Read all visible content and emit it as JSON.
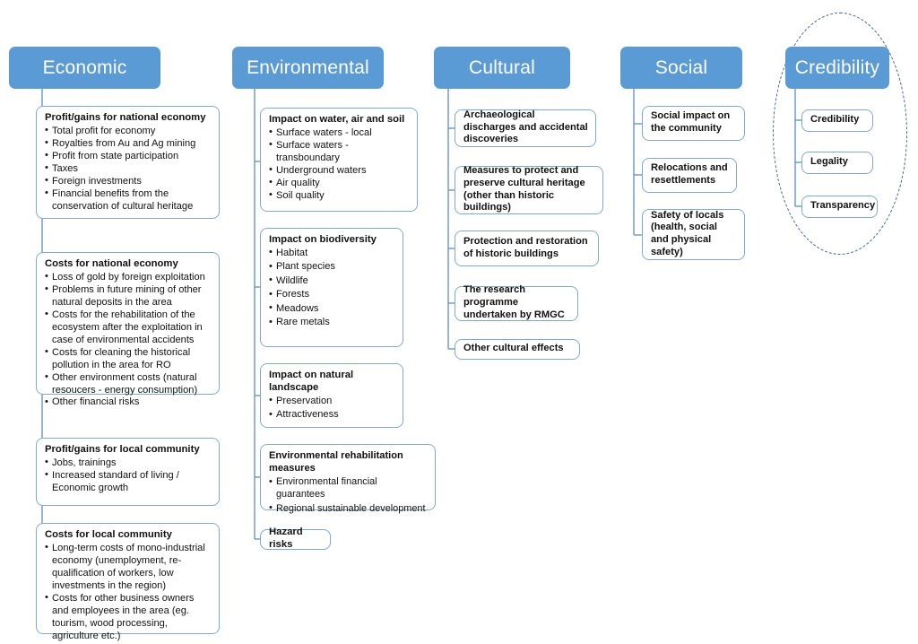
{
  "diagram": {
    "title": "Impact assessment categories",
    "type": "hierarchy-tree",
    "accent_color": "#5B9BD5",
    "card_border_color": "#7FA9D4",
    "connector_color": "#5B8FC9",
    "ellipse_color": "#41668F",
    "text_color": "#111111"
  },
  "columns": [
    {
      "id": "economic",
      "header": "Economic",
      "cards": [
        {
          "title": "Profit/gains for national economy",
          "bullets": [
            "Total profit for economy",
            "Royalties from Au and Ag mining",
            "Profit from state participation",
            "Taxes",
            "Foreign investments",
            "Financial benefits from the conservation of cultural heritage"
          ]
        },
        {
          "title": "Costs for national economy",
          "bullets": [
            "Loss of gold by foreign exploitation",
            "Problems in future mining of other natural deposits in the area",
            "Costs for the rehabilitation of the ecosystem after the exploitation in case of environmental accidents",
            "Costs for cleaning the historical pollution in the area for RO",
            "Other environment costs (natural resoucers - energy consumption)",
            "Other financial risks"
          ]
        },
        {
          "title": "Profit/gains for local community",
          "bullets": [
            "Jobs, trainings",
            "Increased standard of living / Economic growth"
          ]
        },
        {
          "title": "Costs for local community",
          "bullets": [
            "Long-term costs of mono-industrial economy (unemployment, re-qualification of workers, low investments in the region)",
            "Costs for other business owners and employees in the area (eg. tourism, wood processing, agriculture etc.)"
          ]
        }
      ]
    },
    {
      "id": "environmental",
      "header": "Environmental",
      "cards": [
        {
          "title": "Impact on water, air and soil",
          "bullets": [
            "Surface waters - local",
            "Surface waters - transboundary",
            "Underground waters",
            "Air quality",
            "Soil quality"
          ]
        },
        {
          "title": "Impact on biodiversity",
          "bullets": [
            "Habitat",
            "Plant species",
            "Wildlife",
            "Forests",
            "Meadows",
            "Rare metals"
          ]
        },
        {
          "title": "Impact on natural landscape",
          "bullets": [
            "Preservation",
            "Attractiveness"
          ]
        },
        {
          "title": "Environmental rehabilitation measures",
          "bullets": [
            "Environmental financial guarantees",
            "Regional sustainable development"
          ]
        },
        {
          "title": "Hazard risks",
          "bullets": []
        }
      ]
    },
    {
      "id": "cultural",
      "header": "Cultural",
      "cards": [
        {
          "title": "Archaeological discharges and accidental discoveries",
          "bullets": []
        },
        {
          "title": "Measures to protect and preserve cultural heritage (other than historic buildings)",
          "bullets": []
        },
        {
          "title": "Protection and restoration of historic buildings",
          "bullets": []
        },
        {
          "title": "The research programme undertaken by RMGC",
          "bullets": []
        },
        {
          "title": "Other cultural effects",
          "bullets": []
        }
      ]
    },
    {
      "id": "social",
      "header": "Social",
      "cards": [
        {
          "title": "Social impact on the community",
          "bullets": []
        },
        {
          "title": "Relocations and resettlements",
          "bullets": []
        },
        {
          "title": "Safety of locals (health, social and physical safety)",
          "bullets": []
        }
      ]
    },
    {
      "id": "credibility",
      "header": "Credibility",
      "highlighted": true,
      "cards": [
        {
          "title": "Credibility",
          "bullets": []
        },
        {
          "title": "Legality",
          "bullets": []
        },
        {
          "title": "Transparency",
          "bullets": []
        }
      ]
    }
  ]
}
